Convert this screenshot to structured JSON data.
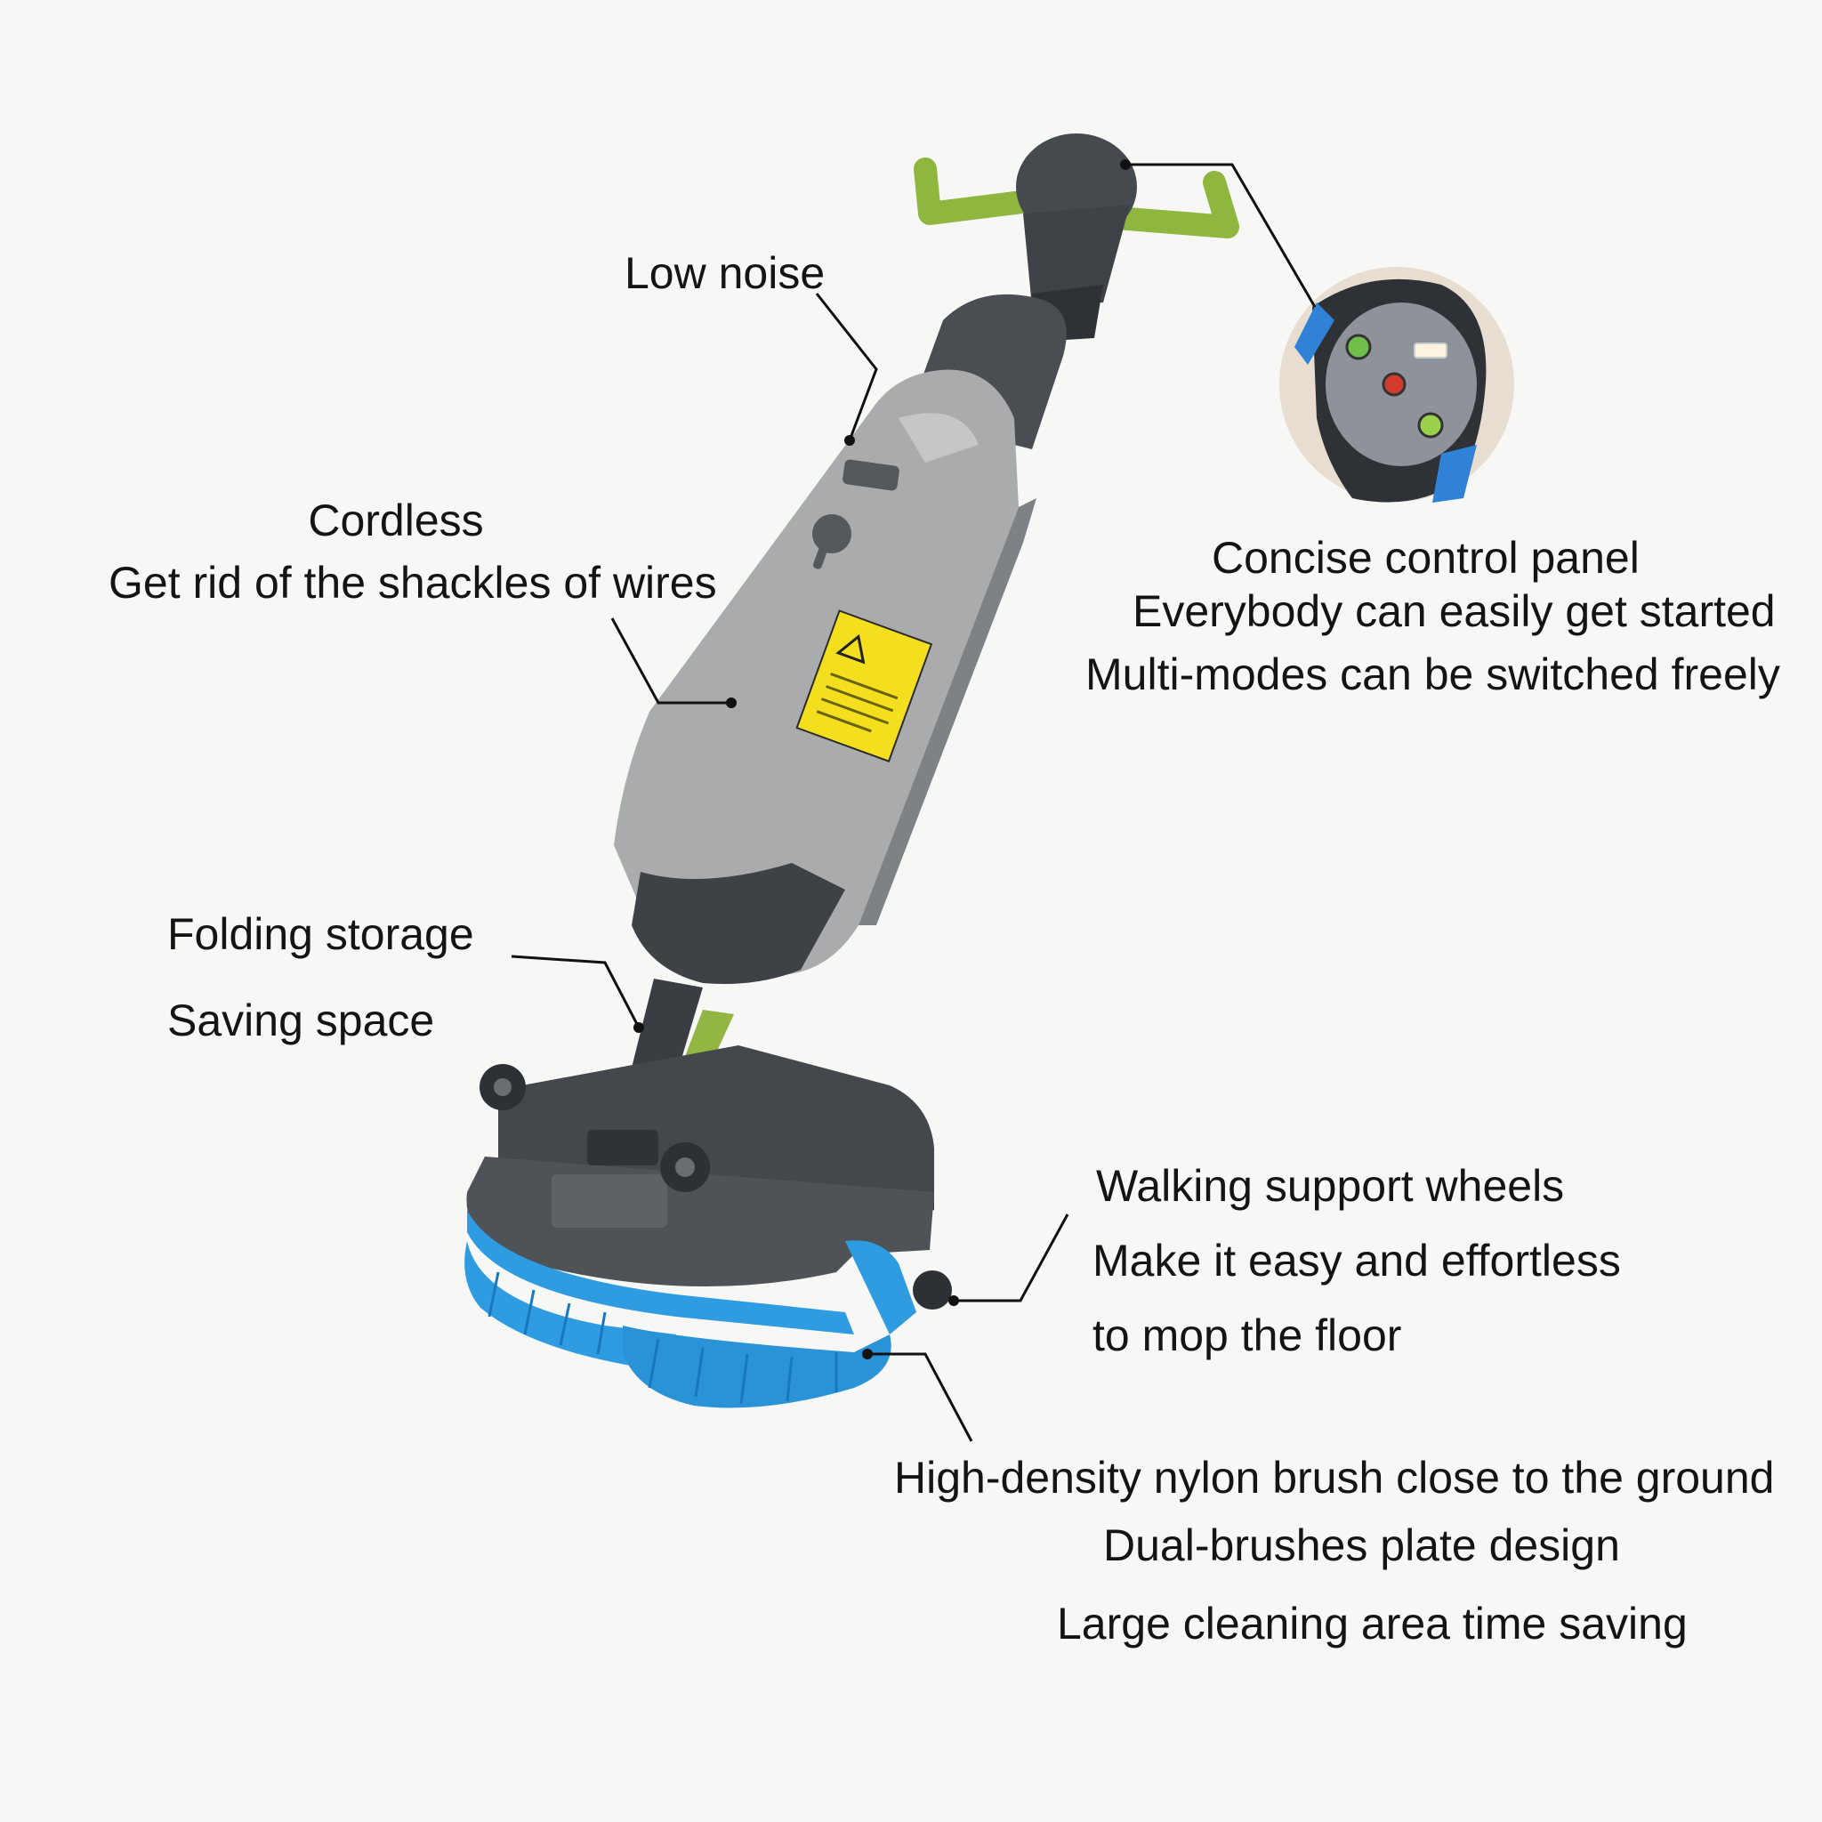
{
  "callouts": {
    "low_noise": {
      "line1": "Low noise"
    },
    "cordless": {
      "line1": "Cordless",
      "line2": "Get rid of the shackles of wires"
    },
    "folding": {
      "line1": "Folding storage",
      "line2": "Saving space"
    },
    "control_panel": {
      "line1": "Concise control panel",
      "line2": "Everybody can easily get started",
      "line3": "Multi-modes can be switched freely"
    },
    "wheels": {
      "line1": "Walking support wheels",
      "line2": "Make it easy and effortless",
      "line3": "to mop the floor"
    },
    "brush": {
      "line1": "High-density nylon brush close to the ground",
      "line2": "Dual-brushes plate design",
      "line3": "Large cleaning area time saving"
    }
  },
  "colors": {
    "body_gray": "#a7a9ab",
    "dark_gray": "#3e4144",
    "handle_green": "#9dc24a",
    "brush_blue": "#2f9be0",
    "warning_yellow": "#f5e21c"
  }
}
